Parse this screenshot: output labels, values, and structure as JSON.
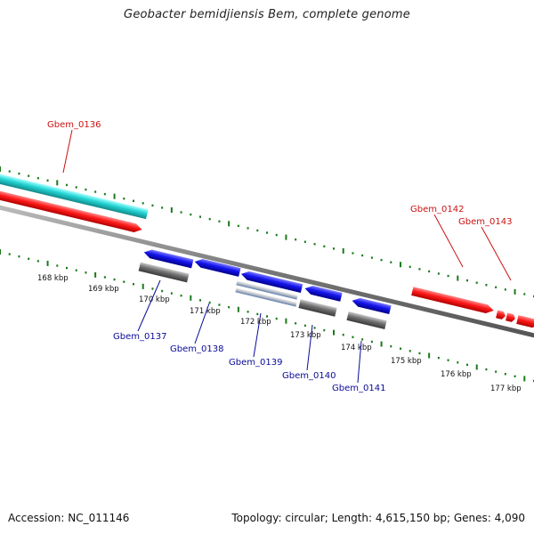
{
  "title": "Geobacter bemidjiensis Bem, complete genome",
  "footer": {
    "accession": "Accession: NC_011146",
    "topology": "Topology: circular; Length: 4,615,150 bp; Genes: 4,090"
  },
  "scale": {
    "ticks": [
      "168 kbp",
      "169 kbp",
      "170 kbp",
      "171 kbp",
      "172 kbp",
      "173 kbp",
      "174 kbp",
      "175 kbp",
      "176 kbp",
      "177 kbp"
    ]
  },
  "colors": {
    "forward_gene": "#ee1111",
    "reverse_gene": "#1010ee",
    "rna_gene": "#22cccc",
    "gray_feature": "#666666",
    "tick": "#1a7a1a",
    "forward_label": "#cc1111",
    "reverse_label": "#0a0a99"
  },
  "genes": [
    {
      "id": "Gbem_0136",
      "strand": "forward"
    },
    {
      "id": "Gbem_0137",
      "strand": "reverse"
    },
    {
      "id": "Gbem_0138",
      "strand": "reverse"
    },
    {
      "id": "Gbem_0139",
      "strand": "reverse"
    },
    {
      "id": "Gbem_0140",
      "strand": "reverse"
    },
    {
      "id": "Gbem_0141",
      "strand": "reverse"
    },
    {
      "id": "Gbem_0142",
      "strand": "forward"
    },
    {
      "id": "Gbem_0143",
      "strand": "forward"
    }
  ]
}
